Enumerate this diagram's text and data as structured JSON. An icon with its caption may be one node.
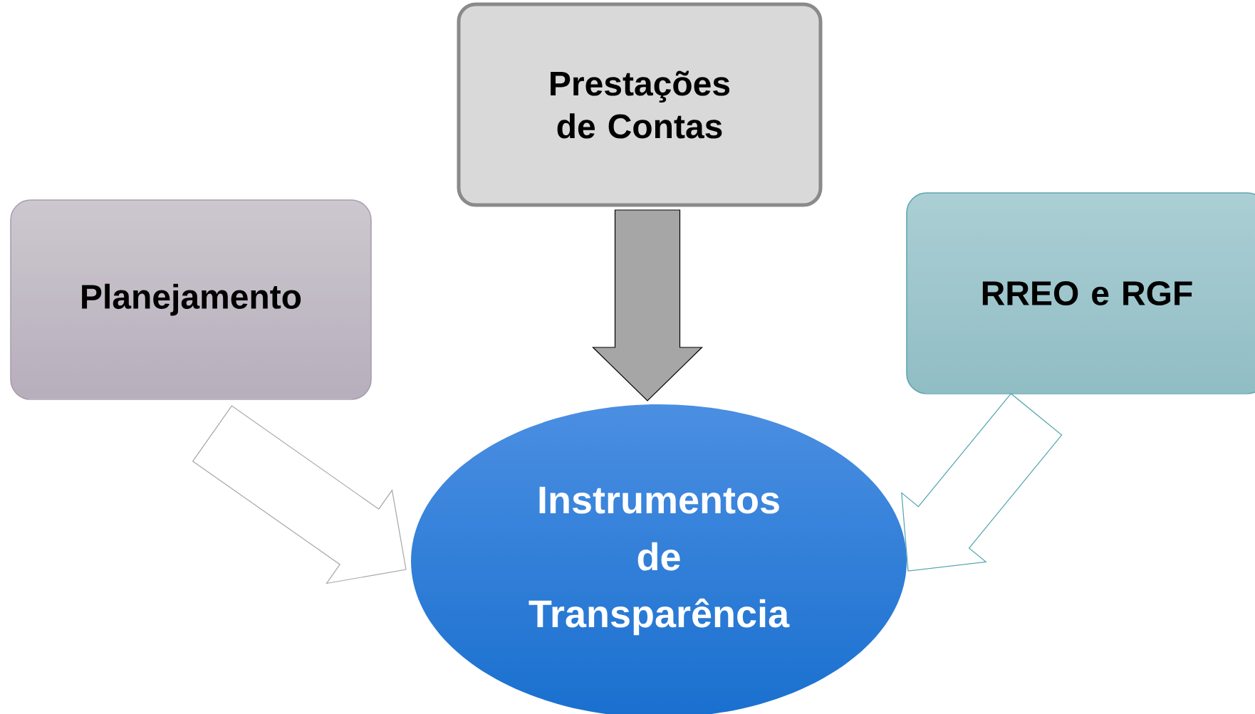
{
  "diagram": {
    "nodes": [
      {
        "text": [
          "Planejamento"
        ]
      },
      {
        "text": [
          "Prestações de Contas"
        ]
      },
      {
        "text": [
          "RREO e RGF"
        ]
      },
      {
        "text": [
          "Instrumentos de Transparência"
        ]
      }
    ],
    "edges": [
      {
        "from": 0,
        "to": 3,
        "arrow": "to",
        "color": "#a6a6a6"
      },
      {
        "from": 1,
        "to": 3,
        "arrow": "to",
        "style": "thick",
        "color": "#a6a6a6"
      },
      {
        "from": 2,
        "to": 3,
        "arrow": "to",
        "color": "#4fa3ad"
      }
    ]
  }
}
